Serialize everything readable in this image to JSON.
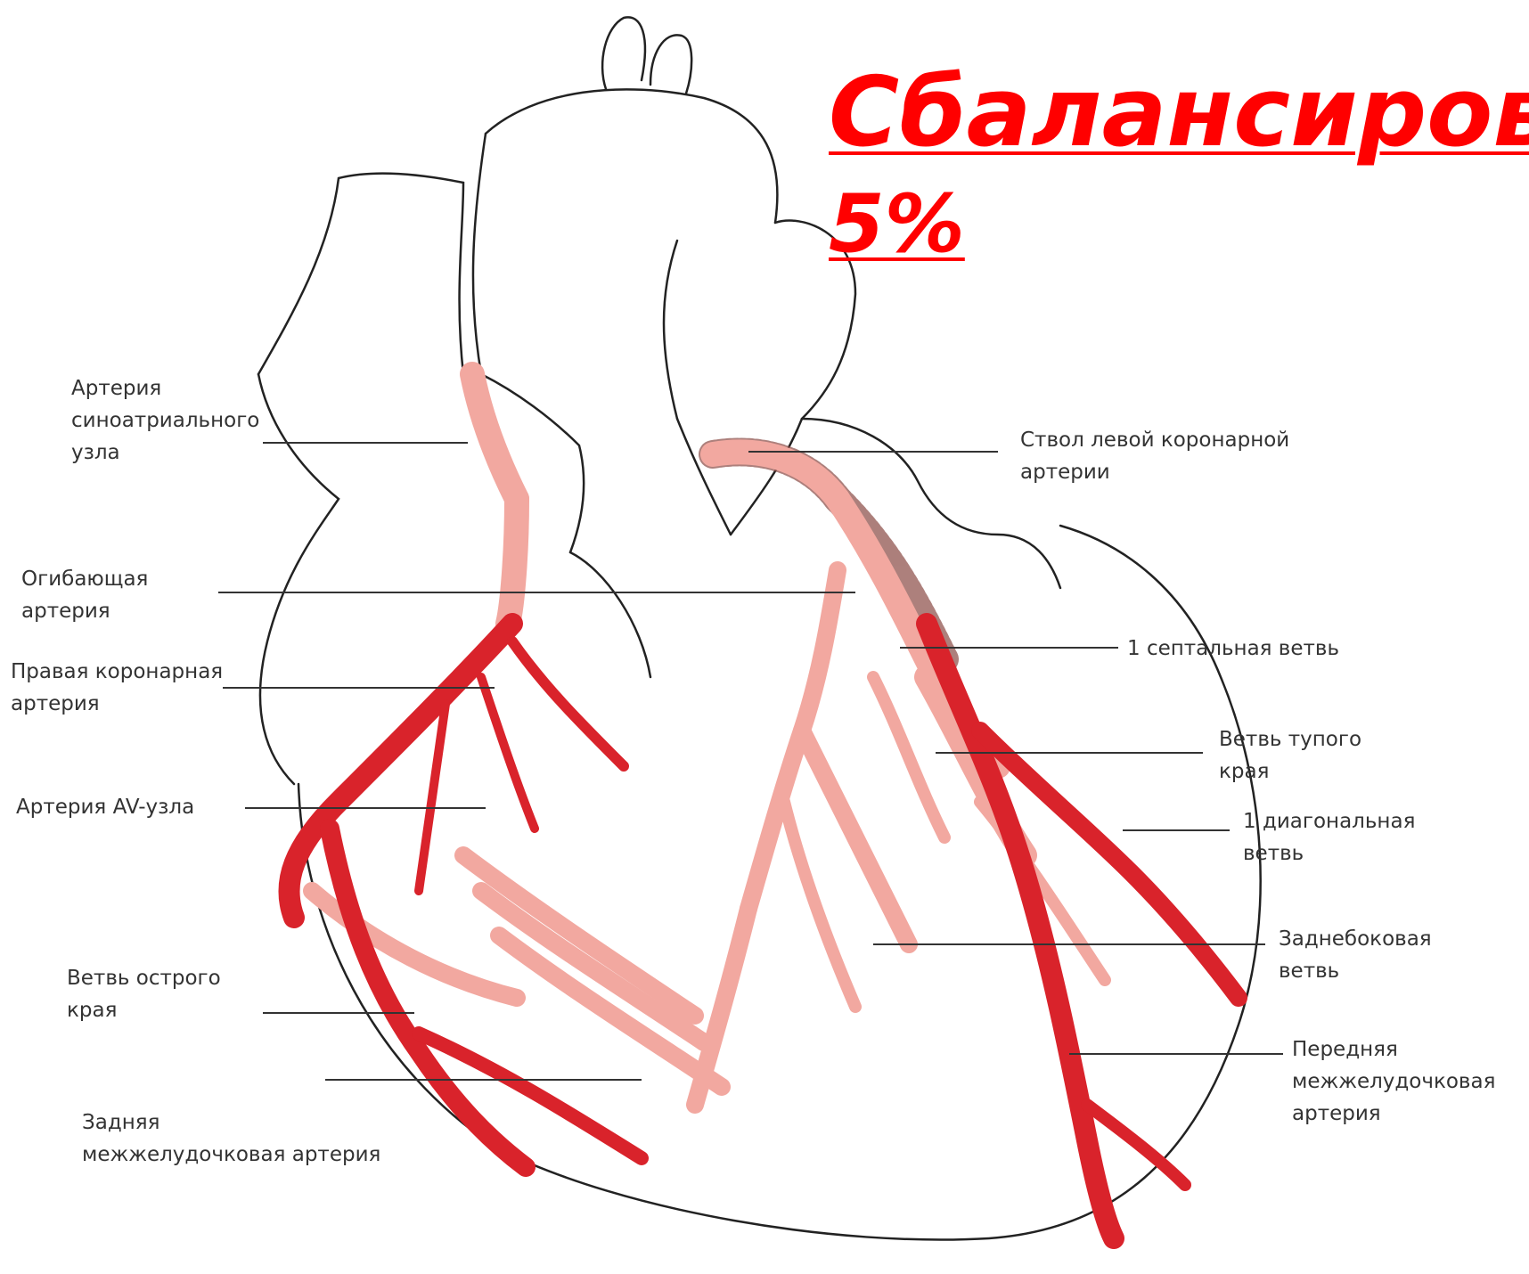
{
  "heading": {
    "line1": "Сбалансиров",
    "line2": "5%"
  },
  "colors": {
    "accent": "#ff0000",
    "right_coronary": "#d9232b",
    "left_coronary": "#f2a8a0",
    "outline": "#222222",
    "label_text": "#333333"
  },
  "labels": {
    "sa_node_artery": [
      "Артерия",
      "синоатриального",
      "узла"
    ],
    "circumflex_artery": [
      "Огибающая",
      "артерия"
    ],
    "right_coronary_artery": [
      "Правая коронарная",
      "артерия"
    ],
    "av_node_artery": [
      "Артерия AV-узла"
    ],
    "acute_marginal_branch": [
      "Ветвь острого",
      "края"
    ],
    "posterior_interventricular_artery": [
      "Задняя",
      "межжелудочковая артерия"
    ],
    "left_main_trunk": [
      "Ствол левой коронарной",
      "артерии"
    ],
    "first_septal_branch": [
      "1 септальная ветвь"
    ],
    "obtuse_marginal_branch": [
      "Ветвь тупого",
      "края"
    ],
    "first_diagonal_branch": [
      "1 диагональная",
      "ветвь"
    ],
    "posterolateral_branch": [
      "Заднебоковая",
      "ветвь"
    ],
    "anterior_interventricular_artery": [
      "Передняя",
      "межжелудочковая",
      "артерия"
    ]
  }
}
